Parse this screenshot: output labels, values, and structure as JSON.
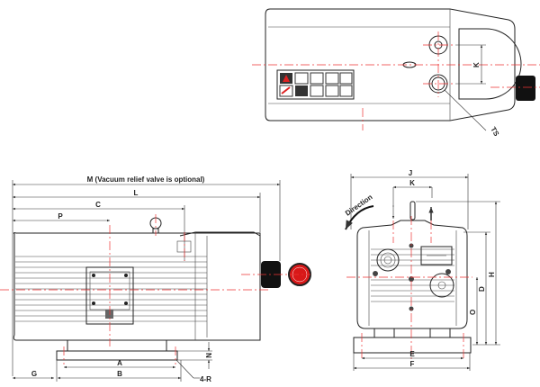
{
  "title": "Rotary vane vacuum pump dimension drawing",
  "side_view": {
    "dim_M": "M (Vacuum relief valve is optional)",
    "dim_L": "L",
    "dim_C": "C",
    "dim_P": "P",
    "dim_A": "A",
    "dim_B": "B",
    "dim_G": "G",
    "dim_N": "N",
    "dim_R": "4-R"
  },
  "front_view": {
    "dim_J": "J",
    "dim_K": "K",
    "dim_E": "E",
    "dim_F": "F",
    "dim_H": "H",
    "dim_D": "D",
    "dim_O": "O",
    "direction": "Direction"
  },
  "top_view": {
    "dim_K": "K",
    "dim_TS": "TS"
  },
  "colors": {
    "centerline": "#ee3333",
    "gauge": "#d81818"
  }
}
